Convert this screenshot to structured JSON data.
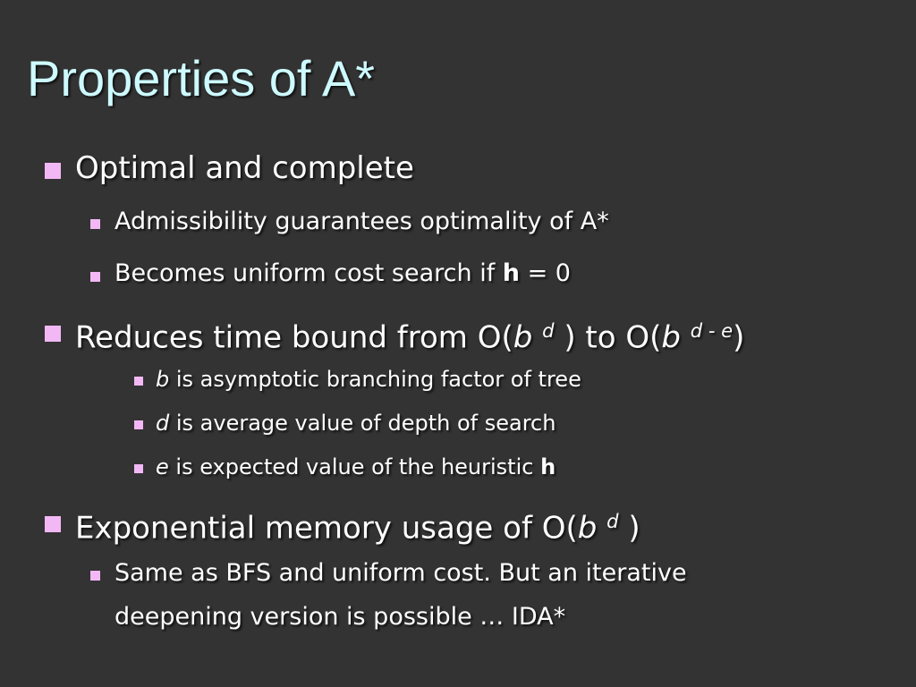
{
  "title": "Properties of A*",
  "colors": {
    "background": "#333333",
    "title": "#cdfaff",
    "text": "#ffffff",
    "bullet": "#f2b8f5"
  },
  "items": [
    {
      "text": "Optimal and complete"
    },
    {
      "text": "Admissibility guarantees optimality of A*"
    },
    {
      "pre": "Becomes uniform cost search if ",
      "bold": "h",
      "post": " = 0"
    },
    {
      "p1": "Reduces time bound from O(",
      "b1": "b",
      "s1": "d",
      "p2": " ) to O(",
      "b2": "b",
      "s2": "d - e",
      "p3": ")"
    },
    {
      "var": "b",
      "text": " is asymptotic branching factor of tree"
    },
    {
      "var": "d",
      "text": " is average value of depth of search"
    },
    {
      "var": "e",
      "text": " is expected value of the heuristic ",
      "bold": "h"
    },
    {
      "p1": "Exponential memory usage of O(",
      "b1": "b",
      "s1": "d",
      "p2": " )"
    },
    {
      "line1": "Same as BFS and uniform cost. But an iterative",
      "line2": "deepening version is possible  … IDA*"
    }
  ]
}
